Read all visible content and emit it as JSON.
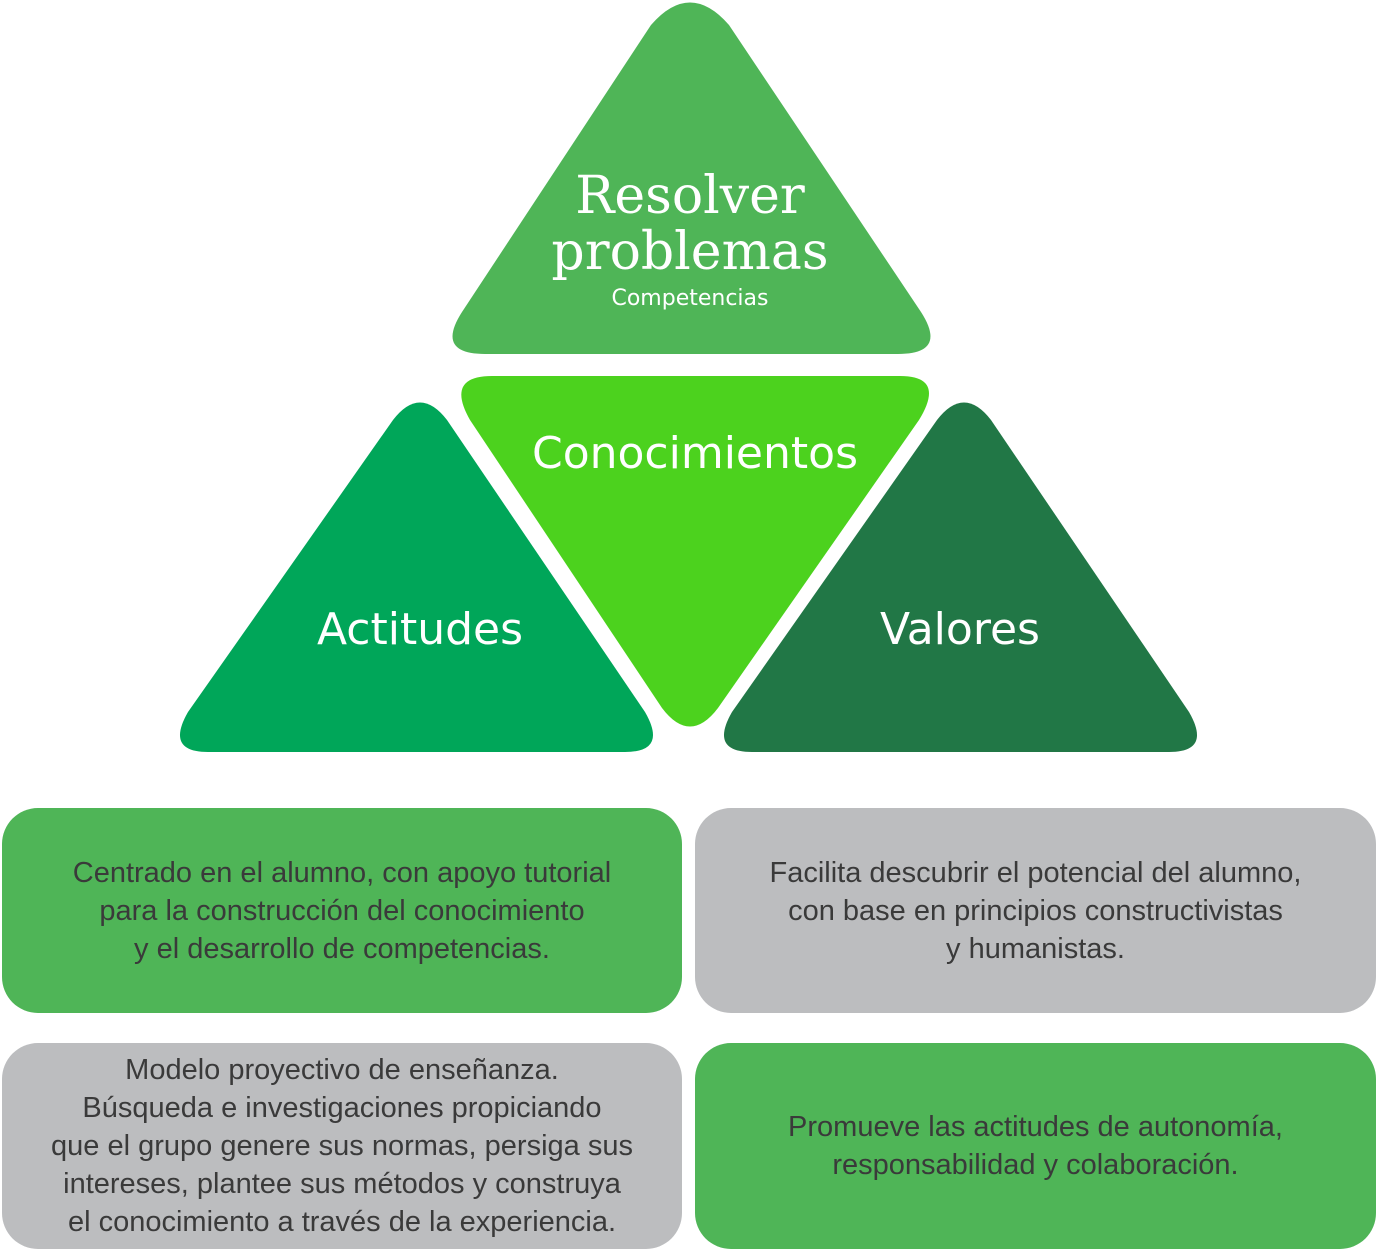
{
  "colors": {
    "top_triangle": "#4FB557",
    "center_triangle": "#4CD21E",
    "left_triangle": "#00A659",
    "right_triangle": "#217746",
    "card_green": "#4FB557",
    "card_gray": "#BCBDBF",
    "card_text": "#3A3A3A",
    "label_text": "#FFFFFF"
  },
  "triangles": {
    "top": {
      "title": "Resolver\nproblemas",
      "subtitle": "Competencias"
    },
    "center": {
      "label": "Conocimientos"
    },
    "left": {
      "label": "Actitudes"
    },
    "right": {
      "label": "Valores"
    }
  },
  "cards": {
    "top_left": {
      "text": "Centrado en el alumno, con apoyo tutorial\npara la construcción del conocimiento\ny el desarrollo de competencias."
    },
    "top_right": {
      "text": "Facilita descubrir el potencial del alumno,\ncon base en principios constructivistas\ny humanistas."
    },
    "bottom_left": {
      "text": "Modelo proyectivo de enseñanza.\nBúsqueda e investigaciones propiciando\nque el grupo genere sus normas, persiga sus\nintereses, plantee sus métodos y construya\nel conocimiento a través de la experiencia."
    },
    "bottom_right": {
      "text": "Promueve las actitudes de autonomía,\nresponsabilidad y colaboración."
    }
  }
}
